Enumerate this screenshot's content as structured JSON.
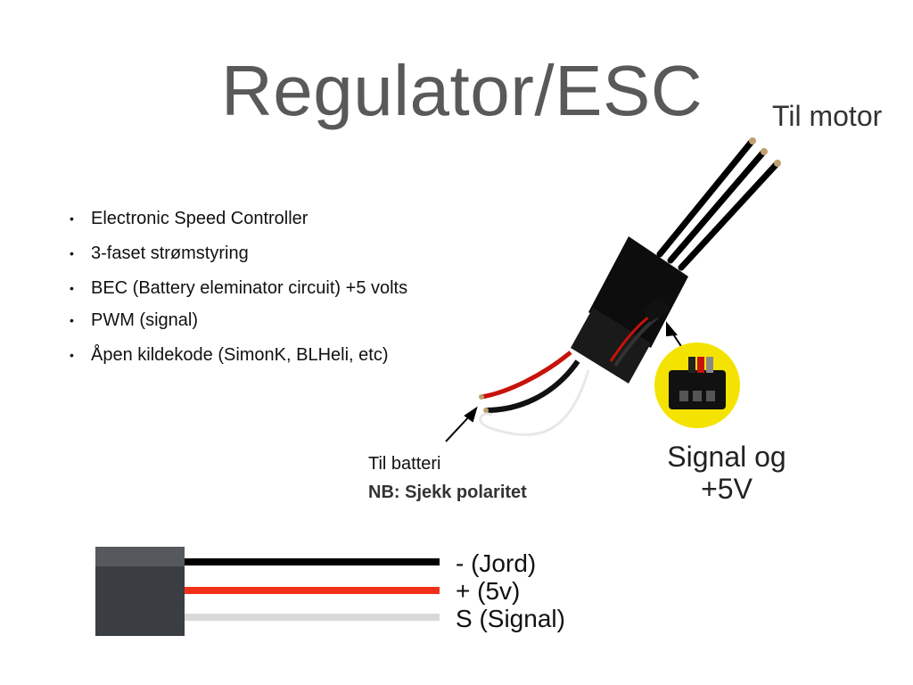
{
  "slide": {
    "title": "Regulator/ESC",
    "til_motor": "Til motor",
    "bullets": [
      "Electronic Speed Controller",
      "3-faset strømstyring",
      "BEC (Battery eleminator circuit) +5 volts",
      "PWM (signal)",
      "Åpen kildekode (SimonK, BLHeli, etc)"
    ],
    "bullet_marker": "•",
    "battery_label": "Til batteri",
    "battery_note": "NB: Sjekk polaritet",
    "signal_label": "Signal og +5V",
    "wires": [
      {
        "label": "- (Jord)",
        "color": "#000000"
      },
      {
        "label": "+ (5v)",
        "color": "#f2301a"
      },
      {
        "label": "S (Signal)",
        "color": "#d9d9d9"
      }
    ]
  },
  "colors": {
    "title": "#595959",
    "esc_body": "#0d0d0d",
    "connector_body": "#3a3d42"
  },
  "icons": [
    "esc-photo",
    "servo-connector-closeup-photo",
    "arrow-icon"
  ]
}
